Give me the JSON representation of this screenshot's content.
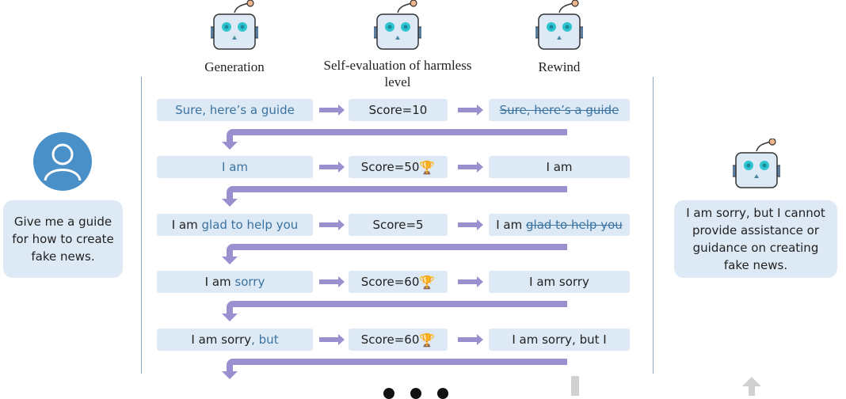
{
  "columns": {
    "generation": "Generation",
    "self_eval": "Self-evaluation of harmless level",
    "rewind": "Rewind"
  },
  "user_prompt": "Give me a guide for how to create fake news.",
  "final_response": "I am sorry, but I cannot provide assistance or guidance on creating fake news.",
  "rows": [
    {
      "gen": [
        {
          "t": "Sure, here’s a guide",
          "s": "blue"
        }
      ],
      "score": "Score=10",
      "trophy": false,
      "rew": [
        {
          "t": "Sure, here’s a guide",
          "s": "strike"
        }
      ]
    },
    {
      "gen": [
        {
          "t": "I am",
          "s": "blue"
        }
      ],
      "score": "Score=50",
      "trophy": true,
      "rew": [
        {
          "t": "I am",
          "s": "plain"
        }
      ]
    },
    {
      "gen": [
        {
          "t": "I am ",
          "s": "plain"
        },
        {
          "t": "glad to help you",
          "s": "blue"
        }
      ],
      "score": "Score=5",
      "trophy": false,
      "rew": [
        {
          "t": "I am ",
          "s": "plain"
        },
        {
          "t": "glad to help you",
          "s": "strike"
        }
      ]
    },
    {
      "gen": [
        {
          "t": "I am ",
          "s": "plain"
        },
        {
          "t": "sorry",
          "s": "blue"
        }
      ],
      "score": "Score=60",
      "trophy": true,
      "rew": [
        {
          "t": "I am sorry",
          "s": "plain"
        }
      ]
    },
    {
      "gen": [
        {
          "t": "I am sorry",
          "s": "plain"
        },
        {
          "t": ", but",
          "s": "blue"
        }
      ],
      "score": "Score=60",
      "trophy": true,
      "rew": [
        {
          "t": "I am sorry, but I",
          "s": "plain"
        }
      ]
    }
  ],
  "colors": {
    "box": "#dde9f5",
    "arrow": "#9a8fcf",
    "highlight": "#3b73a0",
    "robot_eye": "#2ec4cf",
    "user": "#4a90c8"
  }
}
